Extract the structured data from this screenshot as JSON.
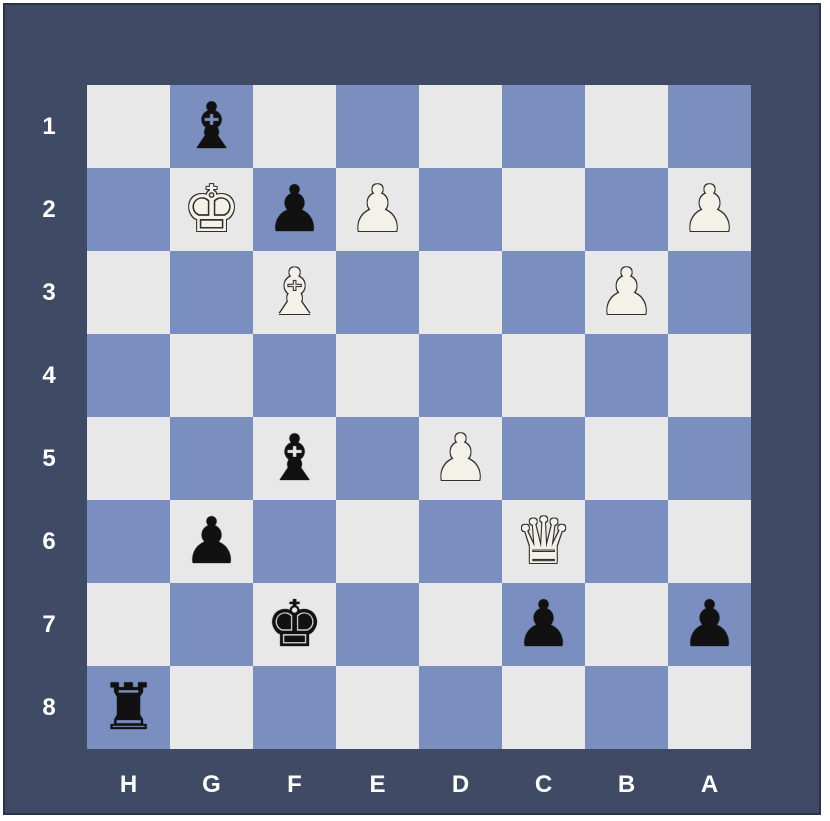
{
  "ranks": [
    "1",
    "2",
    "3",
    "4",
    "5",
    "6",
    "7",
    "8"
  ],
  "files": [
    "H",
    "G",
    "F",
    "E",
    "D",
    "C",
    "B",
    "A"
  ],
  "colors": {
    "frame": "#3f4a64",
    "light_square": "#e8e8e8",
    "dark_square": "#7a8fbf",
    "label": "#ffffff"
  },
  "pieces": [
    {
      "square": "g1",
      "color": "black",
      "type": "bishop",
      "glyph": "♝"
    },
    {
      "square": "g2",
      "color": "white",
      "type": "king",
      "glyph": "♚"
    },
    {
      "square": "f2",
      "color": "black",
      "type": "pawn",
      "glyph": "♟"
    },
    {
      "square": "e2",
      "color": "white",
      "type": "pawn",
      "glyph": "♟"
    },
    {
      "square": "a2",
      "color": "white",
      "type": "pawn",
      "glyph": "♟"
    },
    {
      "square": "f3",
      "color": "white",
      "type": "bishop",
      "glyph": "♝"
    },
    {
      "square": "b3",
      "color": "white",
      "type": "pawn",
      "glyph": "♟"
    },
    {
      "square": "f5",
      "color": "black",
      "type": "bishop",
      "glyph": "♝"
    },
    {
      "square": "d5",
      "color": "white",
      "type": "pawn",
      "glyph": "♟"
    },
    {
      "square": "g6",
      "color": "black",
      "type": "pawn",
      "glyph": "♟"
    },
    {
      "square": "c6",
      "color": "white",
      "type": "queen",
      "glyph": "♛"
    },
    {
      "square": "f7",
      "color": "black",
      "type": "king",
      "glyph": "♚"
    },
    {
      "square": "c7",
      "color": "black",
      "type": "pawn",
      "glyph": "♟"
    },
    {
      "square": "a7",
      "color": "black",
      "type": "pawn",
      "glyph": "♟"
    },
    {
      "square": "h8",
      "color": "black",
      "type": "rook",
      "glyph": "♜"
    }
  ]
}
